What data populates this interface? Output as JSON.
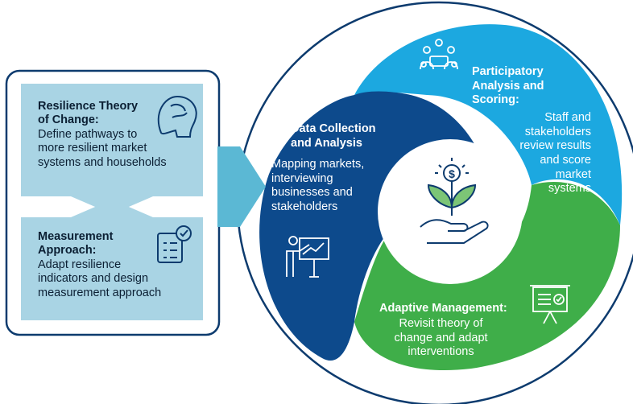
{
  "left_panel": {
    "theory": {
      "title_line1": "Resilience Theory",
      "title_line2": "of Change:",
      "body": [
        "Define pathways to",
        "more resilient market",
        "systems and households"
      ],
      "icon": "brain-head-icon"
    },
    "measurement": {
      "title_line1": "Measurement",
      "title_line2": "Approach:",
      "body": [
        "Adapt resilience",
        "indicators and design",
        "measurement approach"
      ],
      "icon": "checklist-icon"
    }
  },
  "cycle": {
    "participatory": {
      "title": [
        "Participatory",
        "Analysis and",
        "Scoring:"
      ],
      "body": [
        "Staff and",
        "stakeholders",
        "review results",
        "and score",
        "market",
        "systems"
      ],
      "icon": "meeting-group-icon"
    },
    "data_collection": {
      "title": [
        "Data Collection",
        "and Analysis"
      ],
      "body": [
        "Mapping markets,",
        "interviewing",
        "businesses and",
        "stakeholders"
      ],
      "icon": "presenter-chart-icon"
    },
    "adaptive": {
      "title": "Adaptive Management:",
      "body": [
        "Revisit theory of",
        "change and adapt",
        "interventions"
      ],
      "icon": "presentation-board-icon"
    },
    "center_icon": "hand-plant-dollar-icon"
  },
  "colors": {
    "light_blue": "#1ca8e0",
    "dark_blue": "#0d4a8c",
    "green": "#3fae49",
    "panel_blue": "#a9d4e4",
    "outline_navy": "#0d3b6e"
  }
}
